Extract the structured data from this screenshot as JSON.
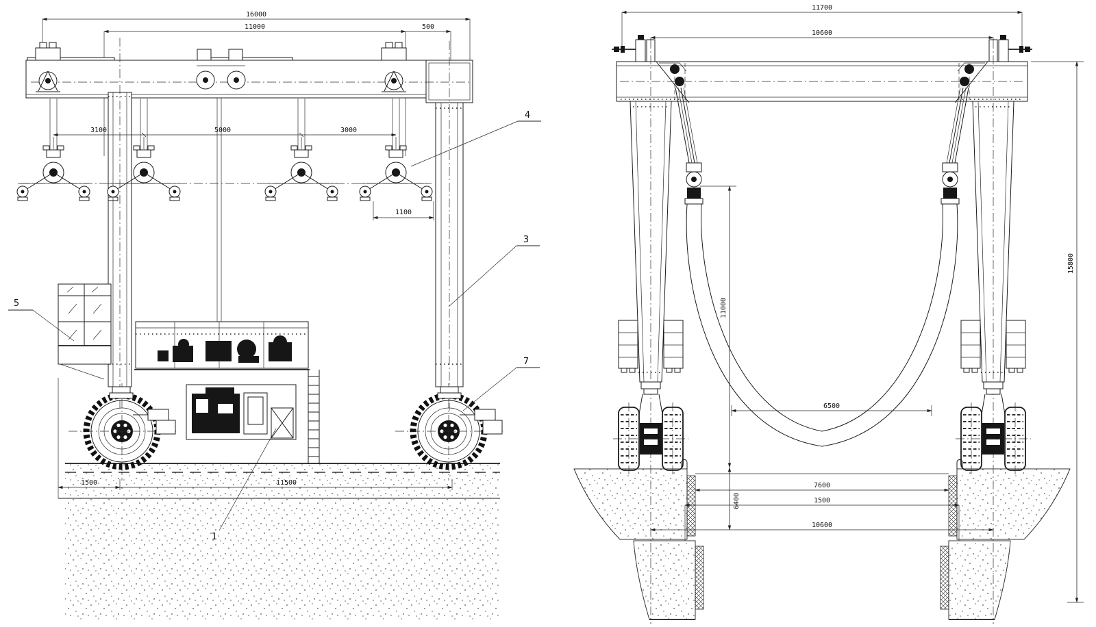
{
  "drawing": {
    "type": "engineering-blueprint",
    "subject": "rubber-tyred-gantry-boat-hoist",
    "background_color": "#ffffff",
    "line_color": "#1b1b1b",
    "side_view": {
      "name": "side-elevation",
      "dims": {
        "total_length": "16000",
        "trolley_span": "11000",
        "end_offset": "500",
        "arm_pitch_1": "3100",
        "arm_pitch_2": "5000",
        "arm_pitch_3": "3000",
        "roller_pitch": "1100",
        "front_overhang": "1500",
        "wheel_base": "11500"
      },
      "callouts": {
        "sheave_assembly": "4",
        "column": "3",
        "wheel_group": "7",
        "cab": "5",
        "power_unit": "1"
      }
    },
    "front_view": {
      "name": "front-elevation",
      "dims": {
        "overall_width": "11700",
        "leg_centers": "10600",
        "overall_height": "15800",
        "lift_height": "11000",
        "sling_spread": "6500",
        "fender_clearance": "7600",
        "edge_offset": "1500",
        "pit_depth": "6400",
        "pier_centers": "10600"
      }
    }
  }
}
